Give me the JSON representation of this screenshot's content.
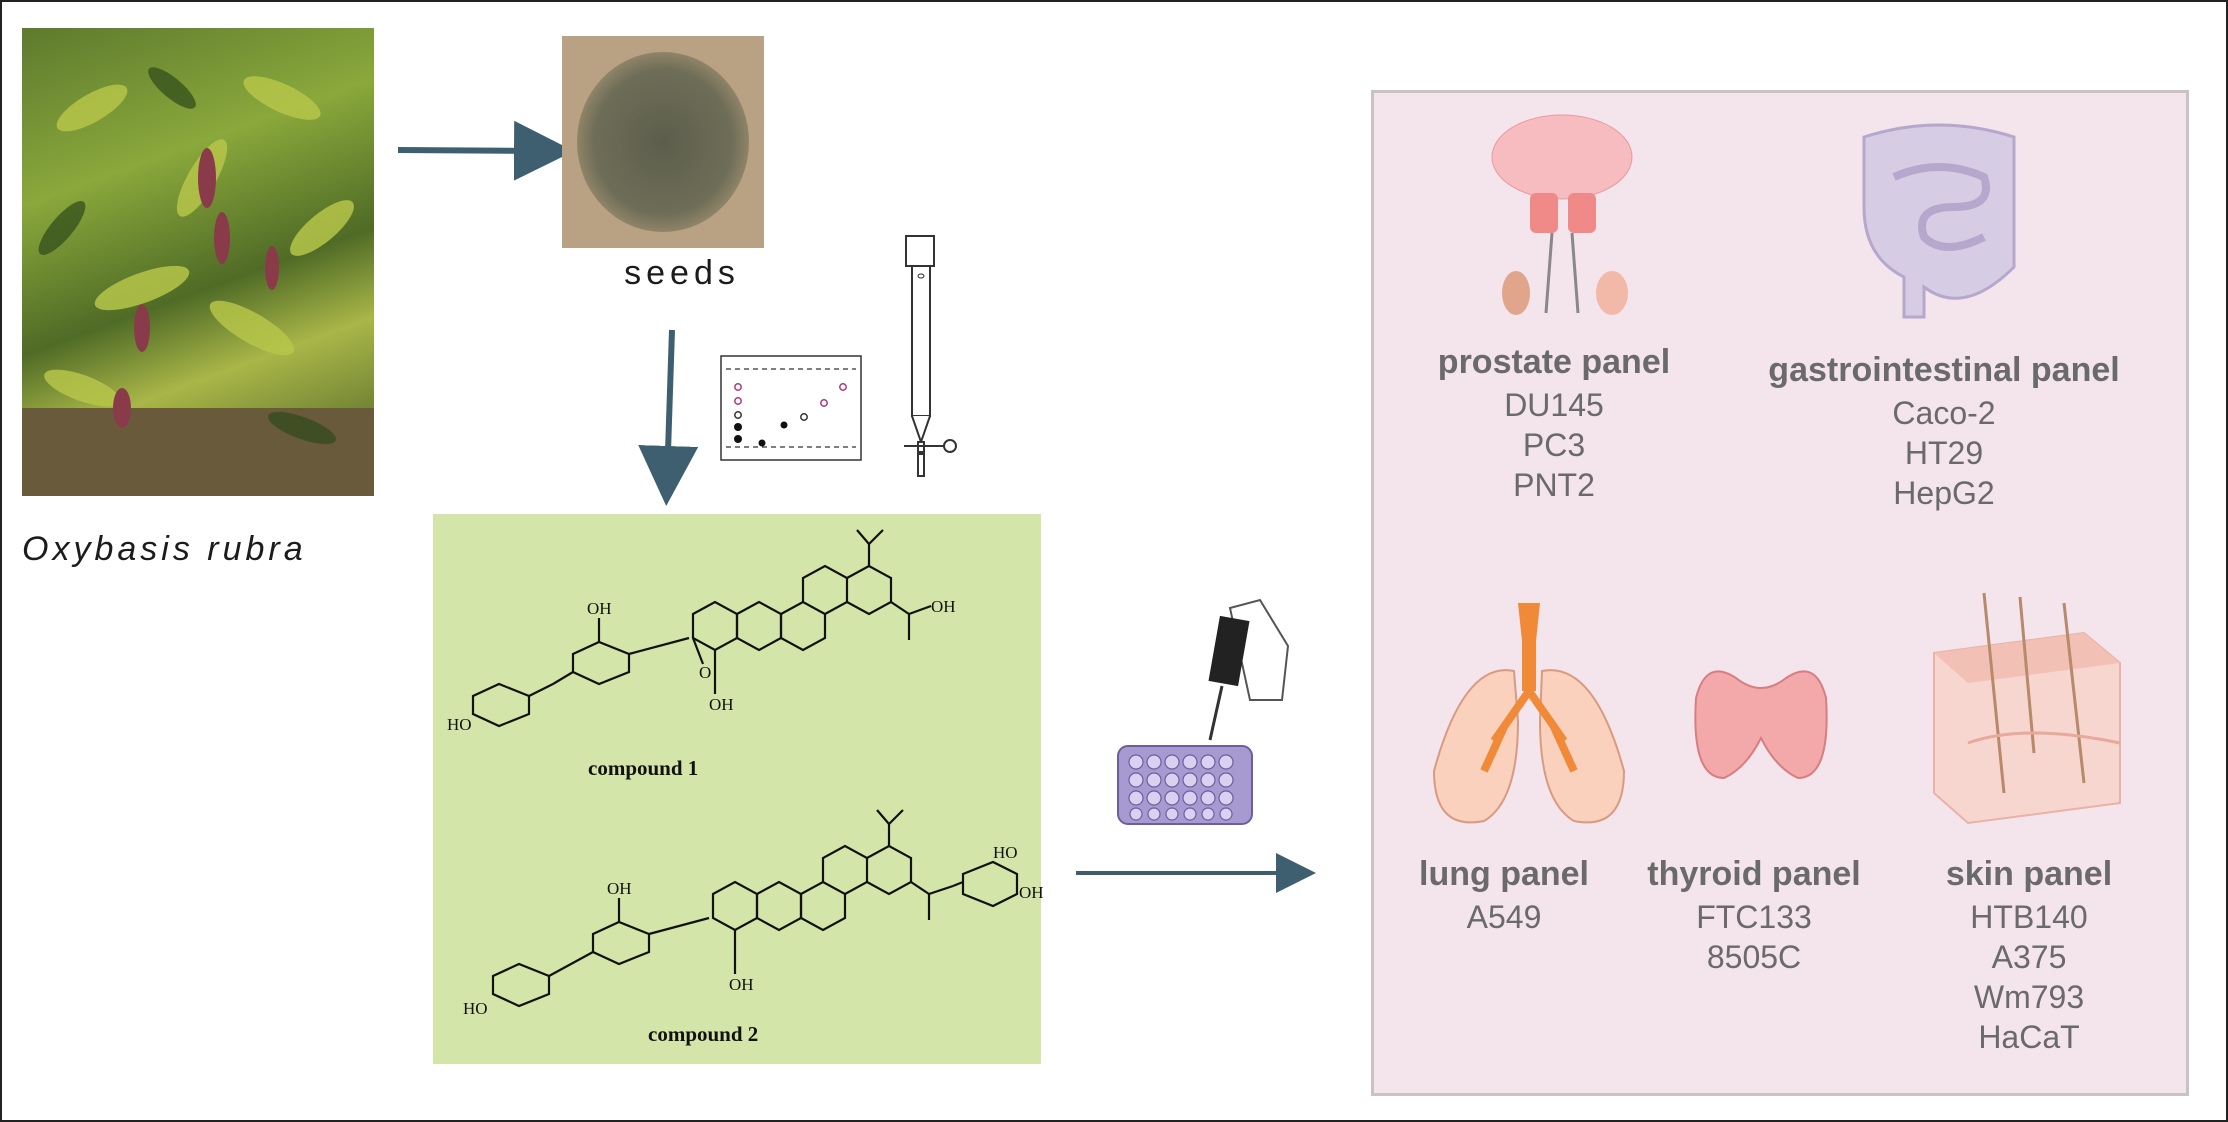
{
  "labels": {
    "species": "Oxybasis rubra",
    "seeds": "seeds",
    "compound_1": "compound 1",
    "compound_2": "compound 2"
  },
  "panels": {
    "prostate": {
      "title": "prostate panel",
      "lines": [
        "DU145",
        "PC3",
        "PNT2"
      ]
    },
    "gastro": {
      "title": "gastrointestinal panel",
      "lines": [
        "Caco-2",
        "HT29",
        "HepG2"
      ]
    },
    "lung": {
      "title": "lung panel",
      "lines": [
        "A549"
      ]
    },
    "thyroid": {
      "title": "thyroid panel",
      "lines": [
        "FTC133",
        "8505C"
      ]
    },
    "skin": {
      "title": "skin panel",
      "lines": [
        "HTB140",
        "A375",
        "Wm793",
        "HaCaT"
      ]
    }
  },
  "chem_labels": {
    "oh": "OH",
    "ho": "HO",
    "o": "O",
    "oh_acid": "OH"
  },
  "colors": {
    "arrow": "#3e5f70",
    "green_box": "#d3e5a8",
    "panel_box": "#f4e4ec",
    "panel_text": "#6a6a6a"
  }
}
